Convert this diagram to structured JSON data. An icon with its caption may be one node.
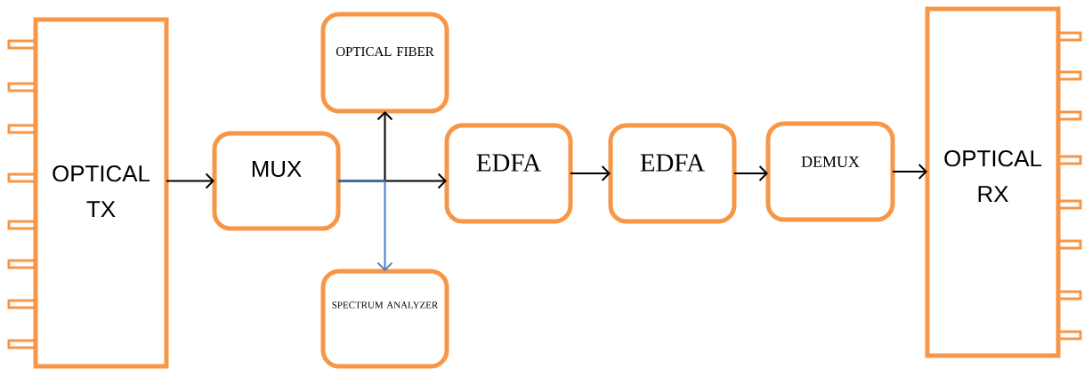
{
  "diagram": {
    "nodes": [
      {
        "text": [
          "OPTICAL TX"
        ]
      },
      {
        "text": [
          "MUX"
        ]
      },
      {
        "text": [
          "OPTICAL FIBER"
        ]
      },
      {
        "text": [
          "SPECTRUM ANALYZER"
        ]
      },
      {
        "text": [
          "EDFA"
        ]
      },
      {
        "text": [
          "EDFA"
        ]
      },
      {
        "text": [
          "DEMUX"
        ]
      },
      {
        "text": [
          "OPTICAL RX"
        ]
      }
    ],
    "edges": [
      {
        "from": 0,
        "to": 1,
        "arrow": "to"
      },
      {
        "from": 1,
        "to": 4,
        "arrow": "to"
      },
      {
        "from": 1,
        "to": 2,
        "arrow": "to"
      },
      {
        "from": 1,
        "to": 3,
        "arrow": "to",
        "color": "#4a7ebf"
      },
      {
        "from": 4,
        "to": 5,
        "arrow": "to"
      },
      {
        "from": 5,
        "to": 6,
        "arrow": "to"
      },
      {
        "from": 6,
        "to": 7,
        "arrow": "to"
      }
    ]
  }
}
